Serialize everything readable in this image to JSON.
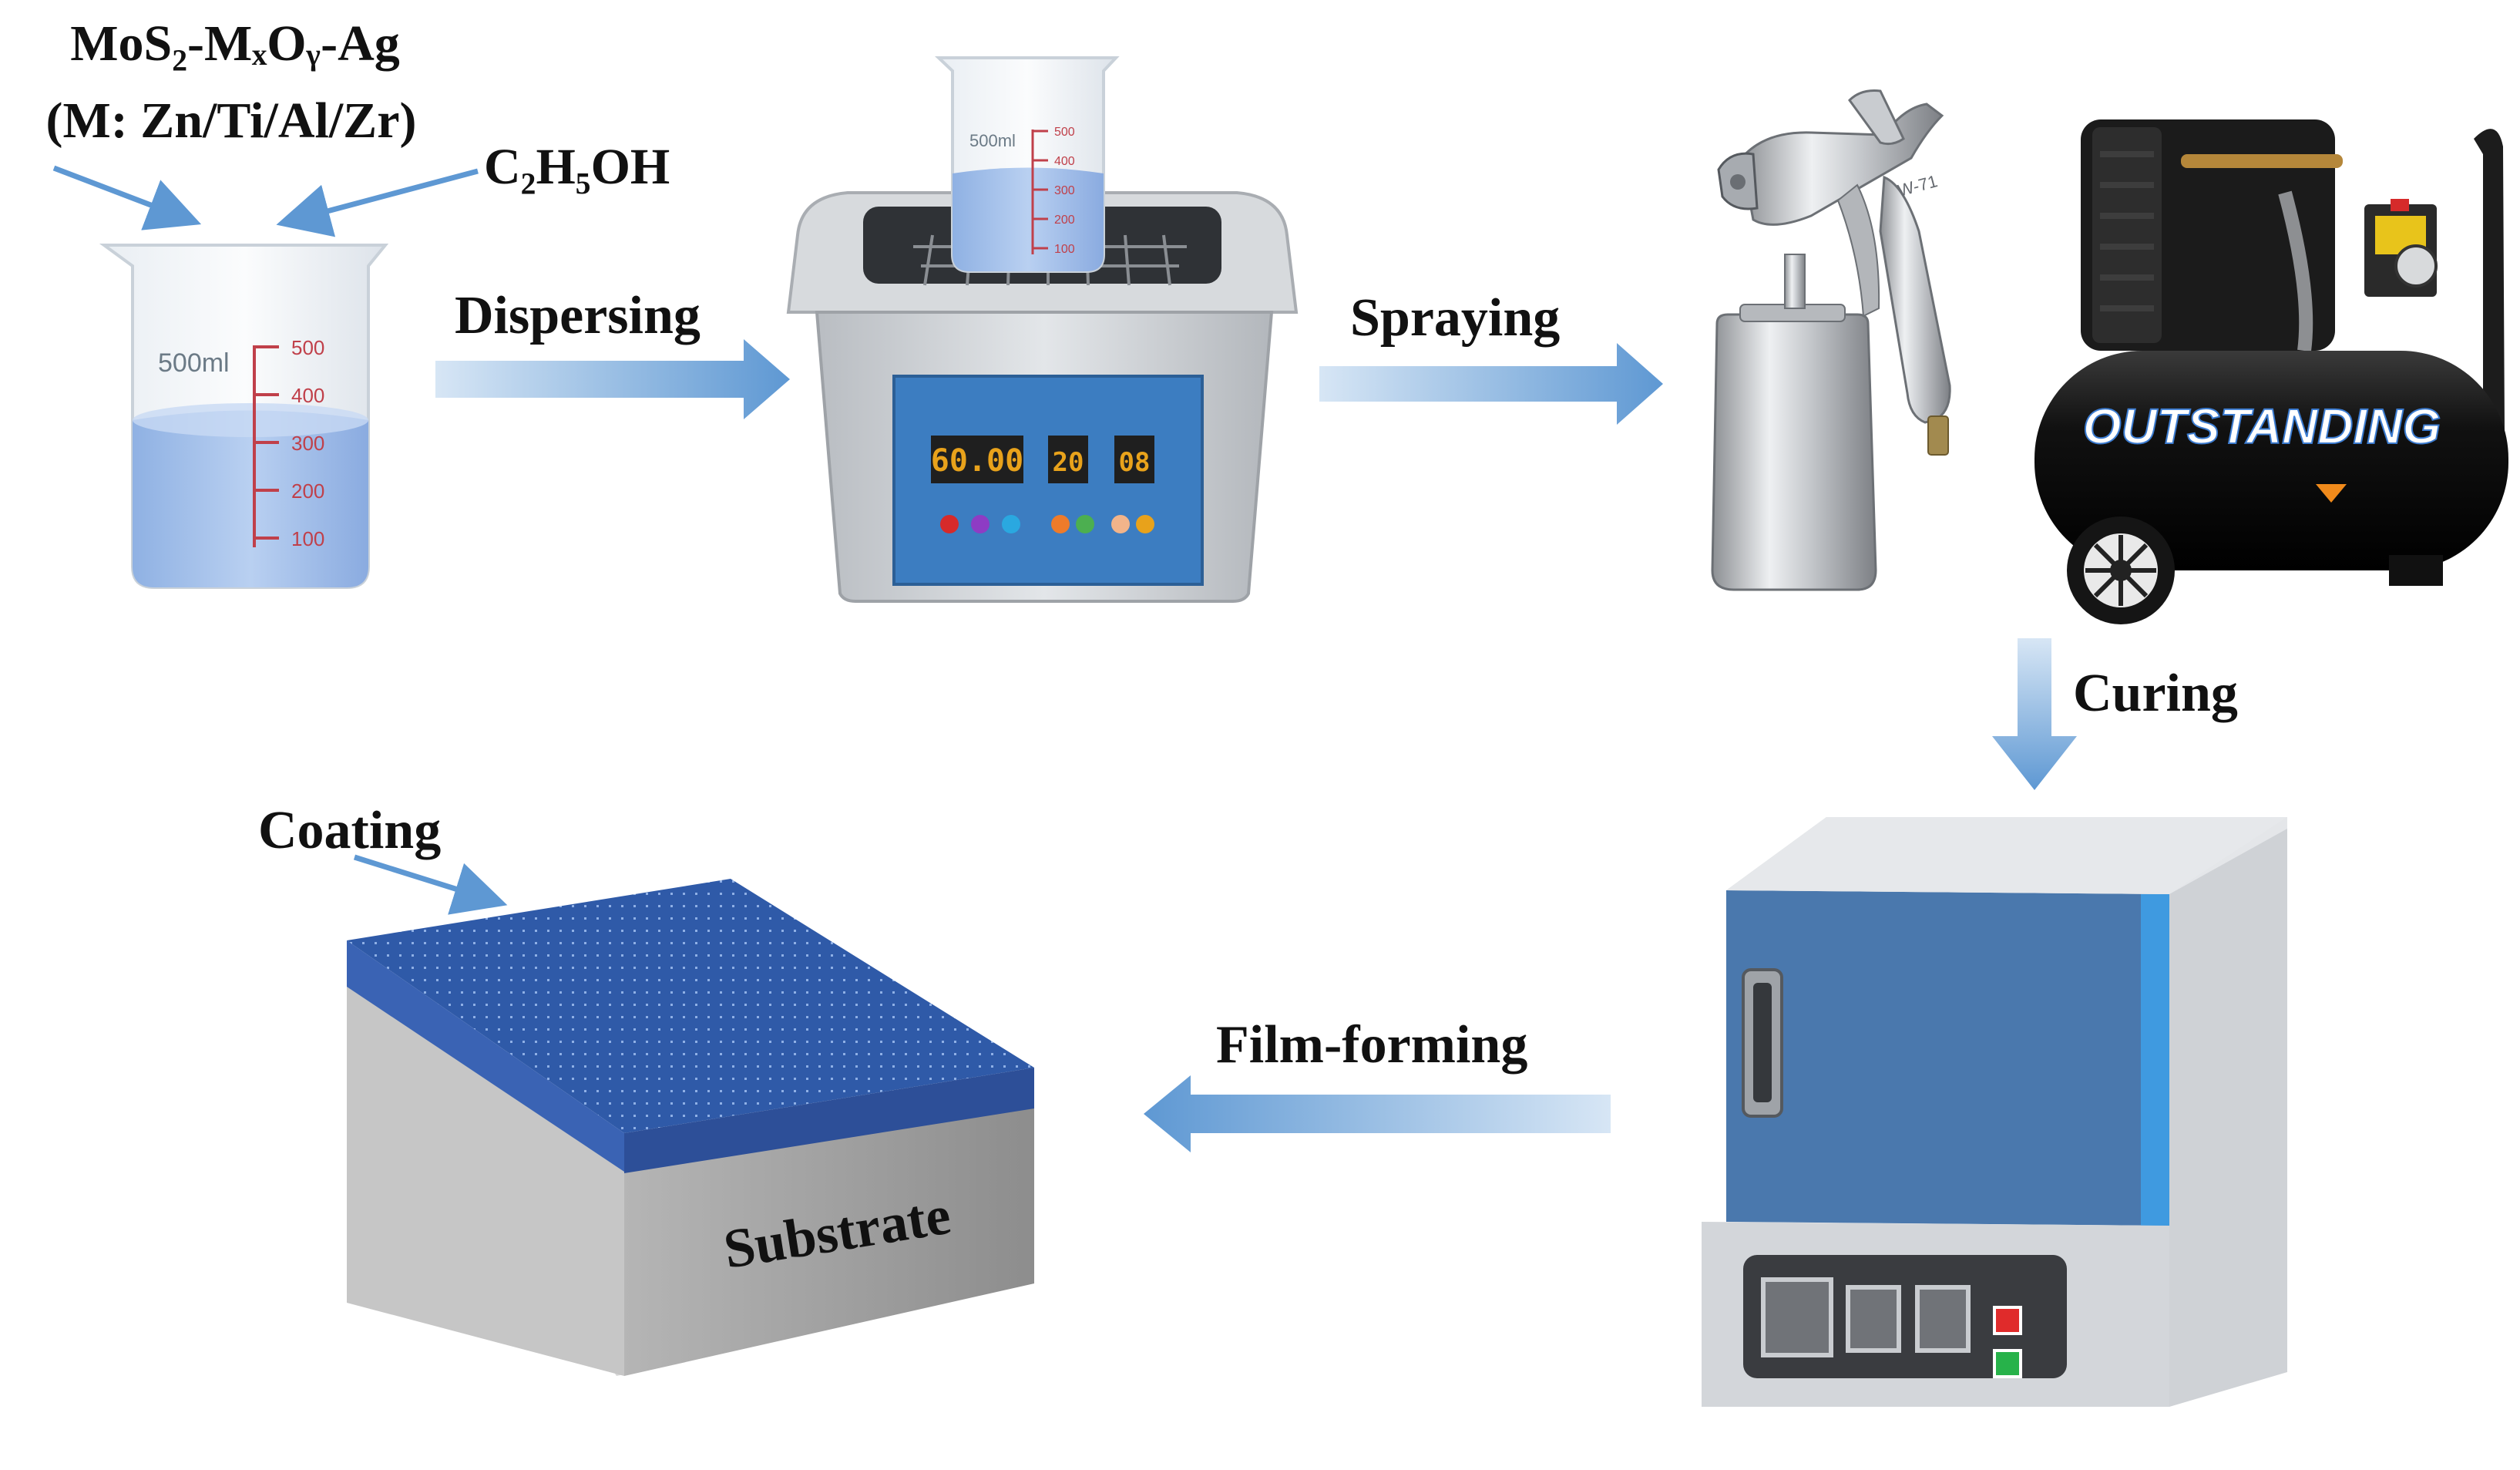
{
  "labels": {
    "precursor_line1": "MoS₂-MₓOᵧ-Ag",
    "precursor_line2": "(M: Zn/Ti/Al/Zr)",
    "solvent": "C₂H₅OH",
    "step_dispersing": "Dispersing",
    "step_spraying": "Spraying",
    "step_curing": "Curing",
    "step_film_forming": "Film-forming",
    "coating": "Coating",
    "substrate": "Substrate"
  },
  "beaker": {
    "volume_label": "500ml",
    "ticks": [
      "500",
      "400",
      "300",
      "200",
      "100"
    ]
  },
  "small_beaker": {
    "volume_label": "500ml",
    "ticks": [
      "500",
      "400",
      "300",
      "200",
      "100"
    ]
  },
  "ultrasonic_bath": {
    "display_main": "60.00",
    "display_2": "20",
    "display_3": "08",
    "button_colors": [
      "#d62a2a",
      "#8e3cc4",
      "#2aa8e0",
      "#ee7b2a",
      "#4caf50",
      "#f2b48a",
      "#e8a21b"
    ]
  },
  "spray_gun": {
    "model_text": "W-71"
  },
  "compressor": {
    "brand_text": "OUTSTANDING"
  },
  "colors": {
    "arrow": "#6fa3d6",
    "liquid": "#a9c4ea",
    "coating": "#2f5aa8",
    "furnace_door": "#4a78ad",
    "substrate": "#9a9a9a"
  }
}
